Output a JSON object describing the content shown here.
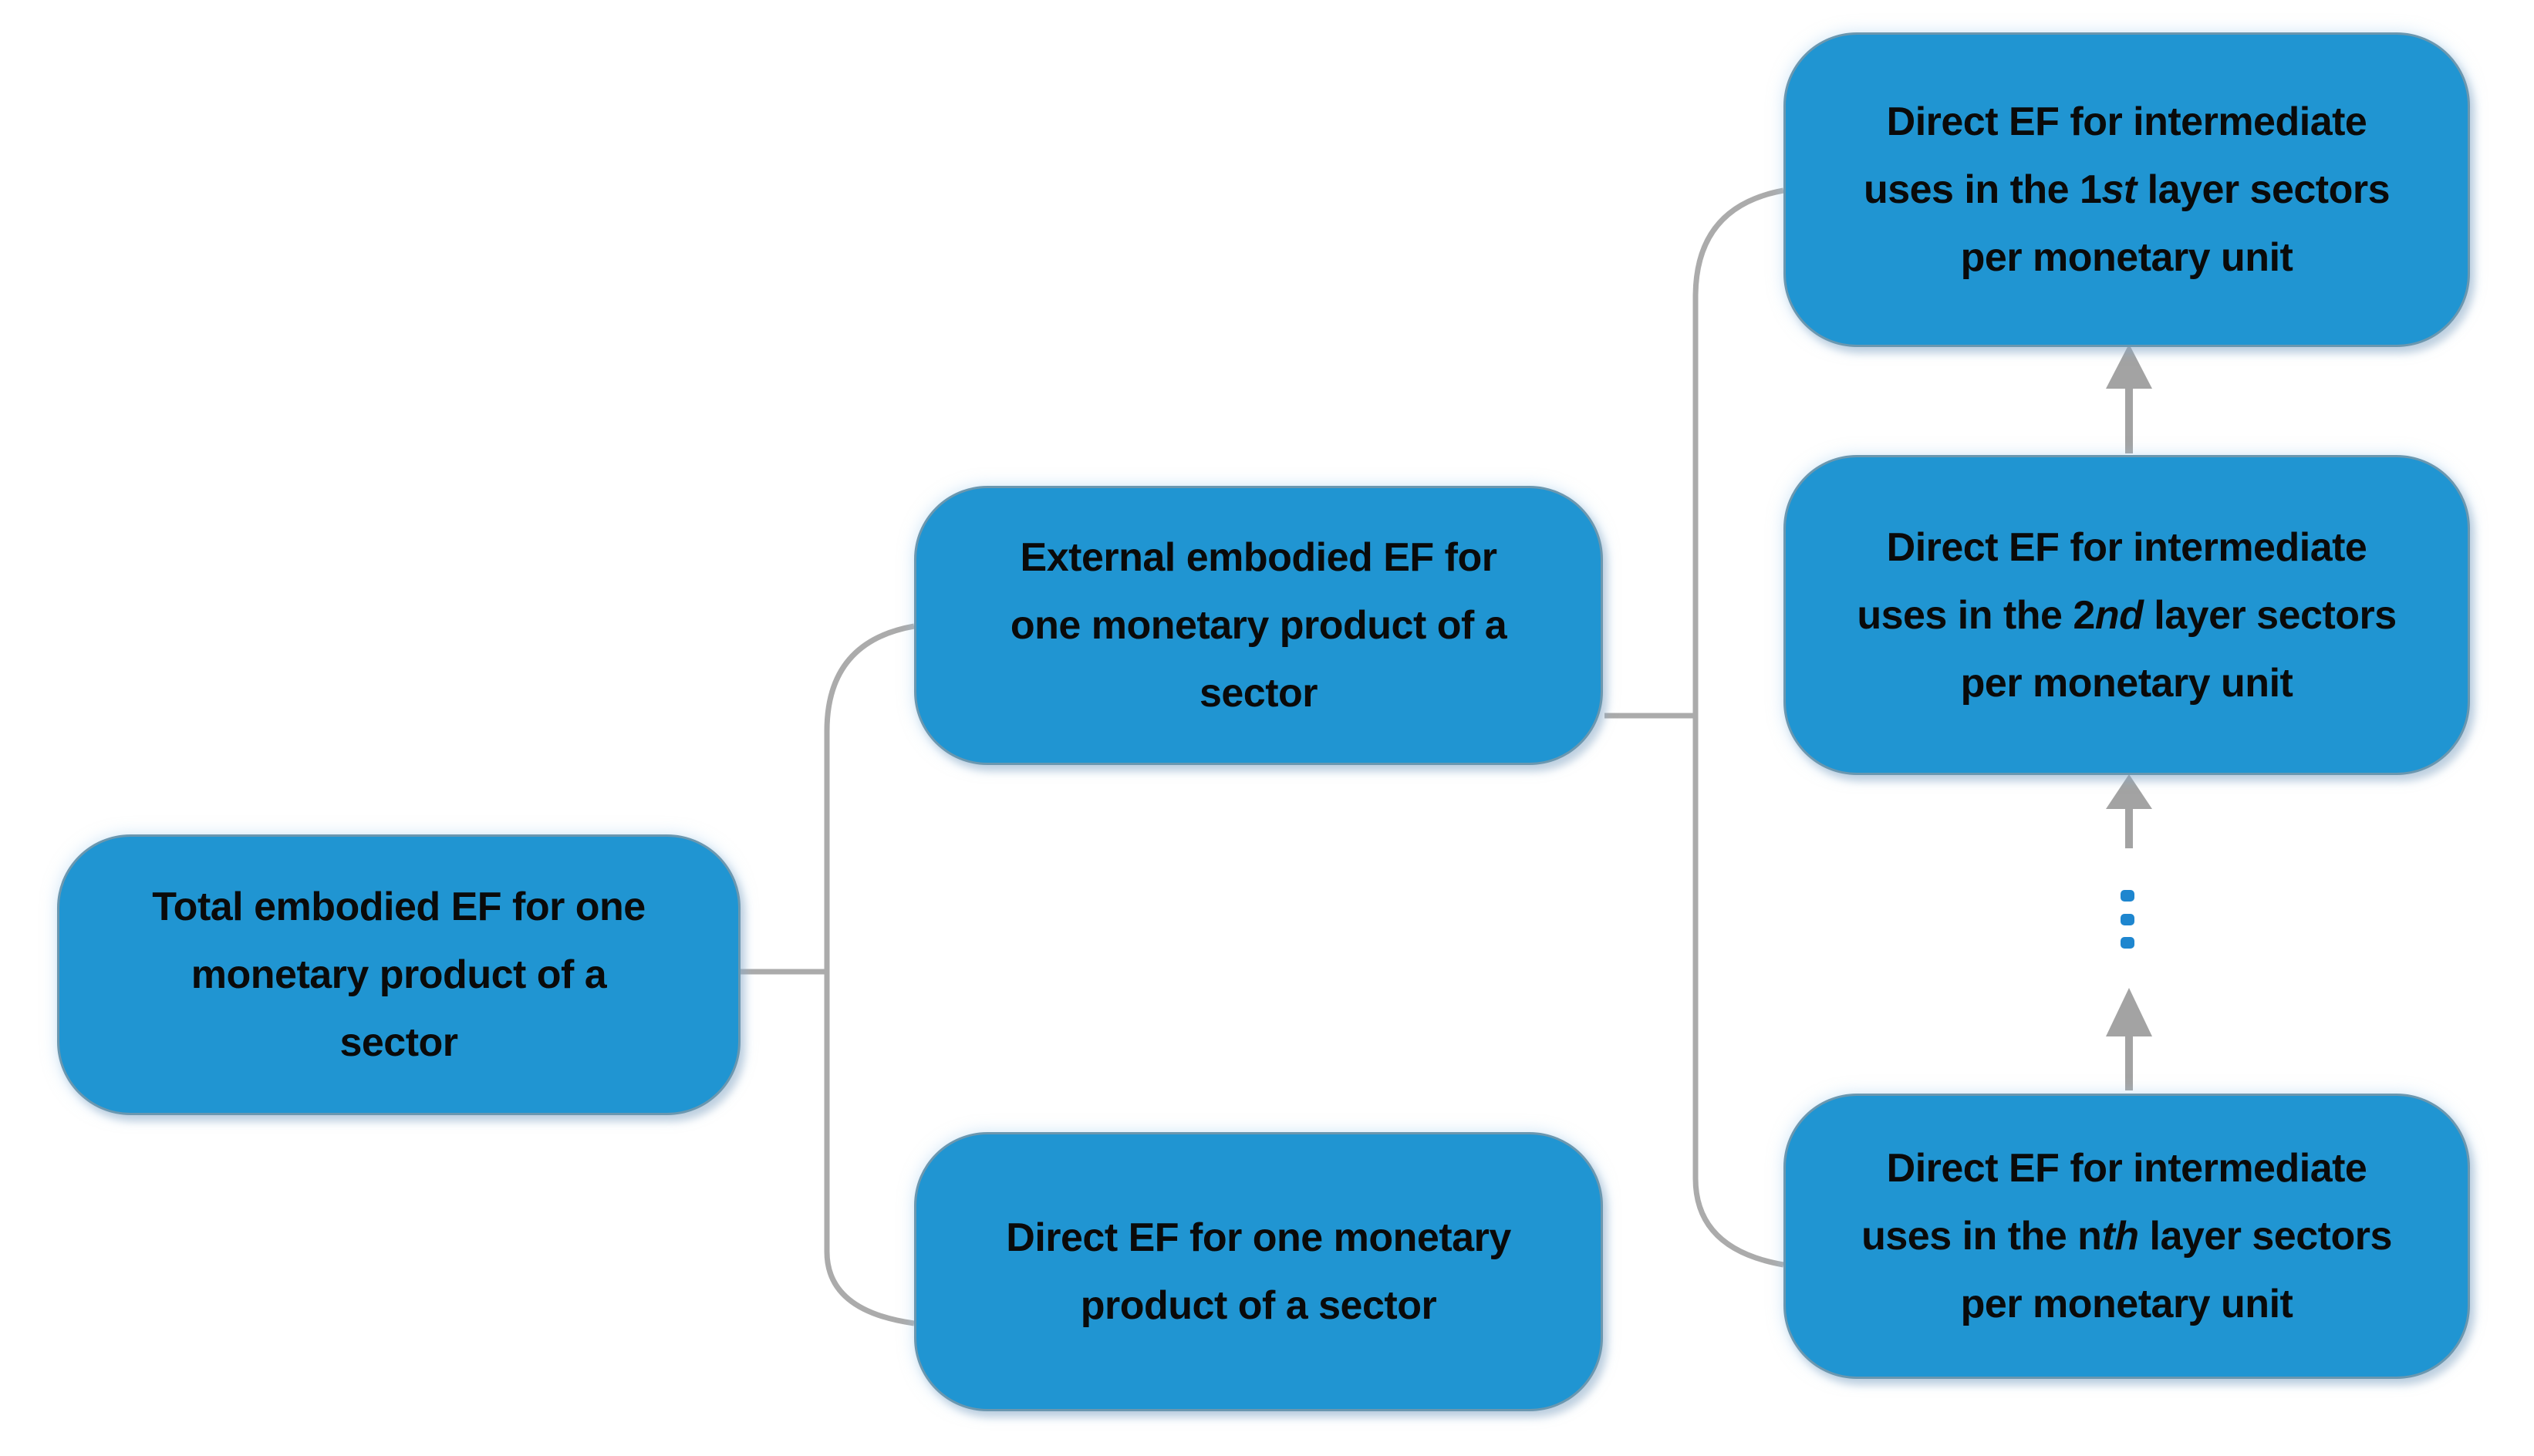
{
  "figure": {
    "type": "flow-diagram",
    "description_visible_text_only": true
  },
  "colors": {
    "page_bg": "#FFFFFF",
    "box_fill": "#2095D2",
    "box_border_gray": "#94989C",
    "connector": "#ABABAB",
    "arrow": "#A3A3A3",
    "dot": "#1E86CF",
    "text": "#0A0A0A"
  },
  "nodes": [
    {
      "id": "total",
      "lines": [
        [
          {
            "text": "Total embodied EF for one"
          }
        ],
        [
          {
            "text": "monetary product of a"
          }
        ],
        [
          {
            "text": "sector"
          }
        ]
      ]
    },
    {
      "id": "external",
      "lines": [
        [
          {
            "text": "External embodied EF for"
          }
        ],
        [
          {
            "text": "one monetary product of a"
          }
        ],
        [
          {
            "text": "sector"
          }
        ]
      ]
    },
    {
      "id": "direct",
      "lines": [
        [
          {
            "text": "Direct EF for one monetary"
          }
        ],
        [
          {
            "text": "product of a sector"
          }
        ]
      ]
    },
    {
      "id": "layer1",
      "lines": [
        [
          {
            "text": "Direct EF for intermediate"
          }
        ],
        [
          {
            "text": "uses in the 1"
          },
          {
            "text": "st",
            "italic": true
          },
          {
            "text": " layer sectors"
          }
        ],
        [
          {
            "text": "per monetary unit"
          }
        ]
      ]
    },
    {
      "id": "layer2",
      "lines": [
        [
          {
            "text": "Direct EF for intermediate"
          }
        ],
        [
          {
            "text": "uses in the 2"
          },
          {
            "text": "nd",
            "italic": true
          },
          {
            "text": " layer sectors"
          }
        ],
        [
          {
            "text": "per monetary unit"
          }
        ]
      ]
    },
    {
      "id": "layern",
      "lines": [
        [
          {
            "text": "Direct EF for intermediate"
          }
        ],
        [
          {
            "text": "uses in the n"
          },
          {
            "text": "th",
            "italic": true
          },
          {
            "text": " layer sectors"
          }
        ],
        [
          {
            "text": "per monetary unit"
          }
        ]
      ]
    }
  ],
  "ellipsis": {
    "glyph": "vertical-dots",
    "count": 3
  },
  "connections": [
    {
      "from": "total",
      "to": [
        "external",
        "direct"
      ],
      "style": "bracket",
      "arrow": false
    },
    {
      "from": "external",
      "to": [
        "layer1",
        "layern"
      ],
      "style": "bracket",
      "arrow": false
    },
    {
      "from": "layer2",
      "to": "layer1",
      "style": "straight",
      "arrow": "up"
    },
    {
      "from": "layern",
      "to": "ellipsis",
      "style": "straight",
      "arrow": "up"
    },
    {
      "from": "ellipsis",
      "to": "layer2",
      "style": "straight",
      "arrow": "up"
    }
  ]
}
